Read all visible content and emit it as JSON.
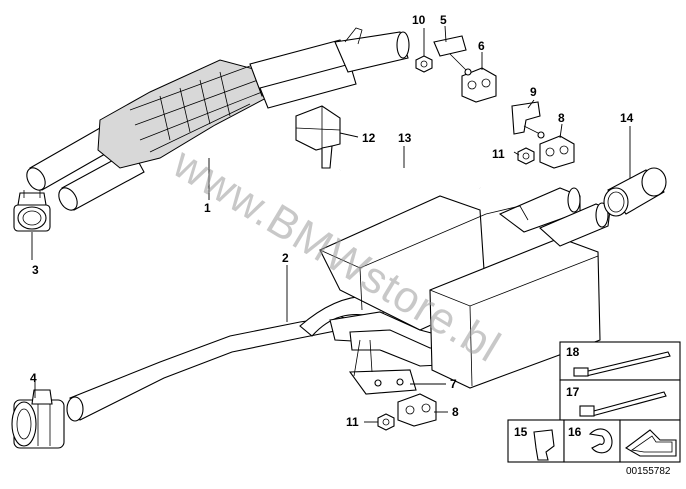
{
  "diagram": {
    "watermark": "www.BMWstore.bl",
    "reference_code": "00155782",
    "callouts": {
      "c1": "1",
      "c2": "2",
      "c3": "3",
      "c4": "4",
      "c5": "5",
      "c6": "6",
      "c7": "7",
      "c8a": "8",
      "c8b": "8",
      "c9": "9",
      "c10": "10",
      "c11a": "11",
      "c11b": "11",
      "c12": "12",
      "c13": "13",
      "c14": "14",
      "c15": "15",
      "c16": "16",
      "c17": "17",
      "c18": "18"
    }
  }
}
